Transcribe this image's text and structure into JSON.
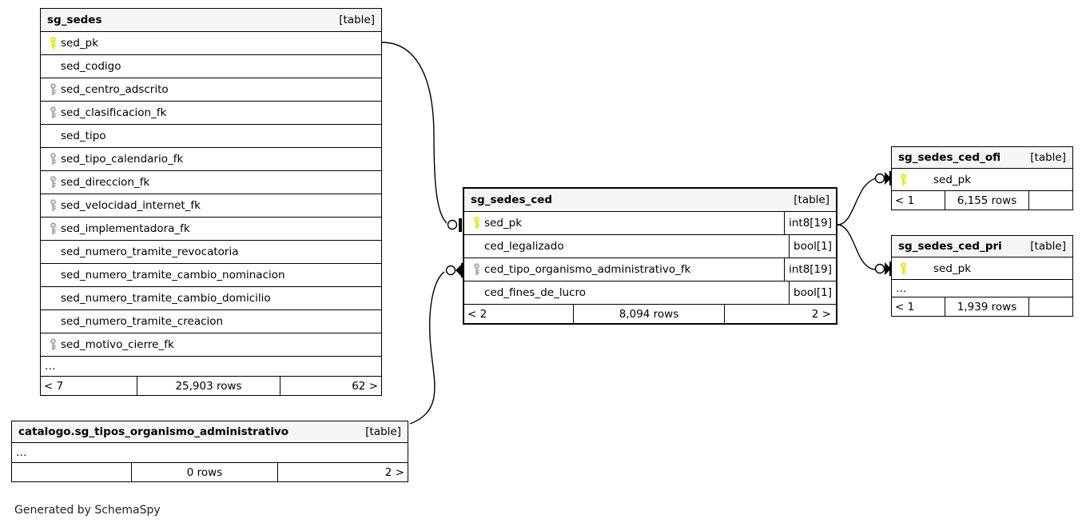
{
  "caption": "Generated by SchemaSpy",
  "labels": {
    "table_tag": "[table]",
    "ellipsis": "…"
  },
  "colors": {
    "pk_key": "#e8e800",
    "fk_key": "#aaaaaa",
    "header_bg": "#f5f5f5",
    "border": "#000000",
    "background": "#ffffff"
  },
  "tables": [
    {
      "id": "sg_sedes",
      "name": "sg_sedes",
      "tag": "[table]",
      "columns": [
        {
          "name": "sed_pk",
          "key": "primary"
        },
        {
          "name": "sed_codigo",
          "key": "none"
        },
        {
          "name": "sed_centro_adscrito",
          "key": "foreign"
        },
        {
          "name": "sed_clasificacion_fk",
          "key": "foreign"
        },
        {
          "name": "sed_tipo",
          "key": "none"
        },
        {
          "name": "sed_tipo_calendario_fk",
          "key": "foreign"
        },
        {
          "name": "sed_direccion_fk",
          "key": "foreign"
        },
        {
          "name": "sed_velocidad_internet_fk",
          "key": "foreign"
        },
        {
          "name": "sed_implementadora_fk",
          "key": "foreign"
        },
        {
          "name": "sed_numero_tramite_revocatoria",
          "key": "none"
        },
        {
          "name": "sed_numero_tramite_cambio_nominacion",
          "key": "none"
        },
        {
          "name": "sed_numero_tramite_cambio_domicilio",
          "key": "none"
        },
        {
          "name": "sed_numero_tramite_creacion",
          "key": "none"
        },
        {
          "name": "sed_motivo_cierre_fk",
          "key": "foreign"
        }
      ],
      "has_ellipsis": true,
      "footer": {
        "left": "< 7",
        "middle": "25,903 rows",
        "right": "62 >"
      }
    },
    {
      "id": "sg_sedes_ced",
      "name": "sg_sedes_ced",
      "tag": "[table]",
      "focus": true,
      "columns": [
        {
          "name": "sed_pk",
          "key": "primary",
          "type": "int8[19]"
        },
        {
          "name": "ced_legalizado",
          "key": "none",
          "type": "bool[1]"
        },
        {
          "name": "ced_tipo_organismo_administrativo_fk",
          "key": "foreign",
          "type": "int8[19]"
        },
        {
          "name": "ced_fines_de_lucro",
          "key": "none",
          "type": "bool[1]"
        }
      ],
      "has_ellipsis": false,
      "footer": {
        "left": "< 2",
        "middle": "8,094 rows",
        "right": "2 >"
      }
    },
    {
      "id": "sg_sedes_ced_ofi",
      "name": "sg_sedes_ced_ofi",
      "tag": "[table]",
      "columns": [
        {
          "name": "sed_pk",
          "key": "primary"
        }
      ],
      "has_ellipsis": false,
      "footer": {
        "left": "< 1",
        "middle": "6,155 rows",
        "right": ""
      }
    },
    {
      "id": "sg_sedes_ced_pri",
      "name": "sg_sedes_ced_pri",
      "tag": "[table]",
      "columns": [
        {
          "name": "sed_pk",
          "key": "primary"
        }
      ],
      "has_ellipsis": true,
      "footer": {
        "left": "< 1",
        "middle": "1,939 rows",
        "right": ""
      }
    },
    {
      "id": "catalogo_sg_tipos_organismo_administrativo",
      "name": "catalogo.sg_tipos_organismo_administrativo",
      "tag": "[table]",
      "columns": [],
      "has_ellipsis": true,
      "footer": {
        "left": "",
        "middle": "0 rows",
        "right": "2 >"
      }
    }
  ],
  "relationships": [
    {
      "from": "sg_sedes.sed_pk",
      "to": "sg_sedes_ced.sed_pk",
      "to_marker": "zero-or-one"
    },
    {
      "from": "catalogo.sg_tipos_organismo_administrativo",
      "to": "sg_sedes_ced.ced_tipo_organismo_administrativo_fk",
      "to_marker": "zero-or-many"
    },
    {
      "from": "sg_sedes_ced.sed_pk",
      "to": "sg_sedes_ced_ofi.sed_pk",
      "to_marker": "zero-or-many"
    },
    {
      "from": "sg_sedes_ced.sed_pk",
      "to": "sg_sedes_ced_pri.sed_pk",
      "to_marker": "zero-or-many"
    }
  ]
}
